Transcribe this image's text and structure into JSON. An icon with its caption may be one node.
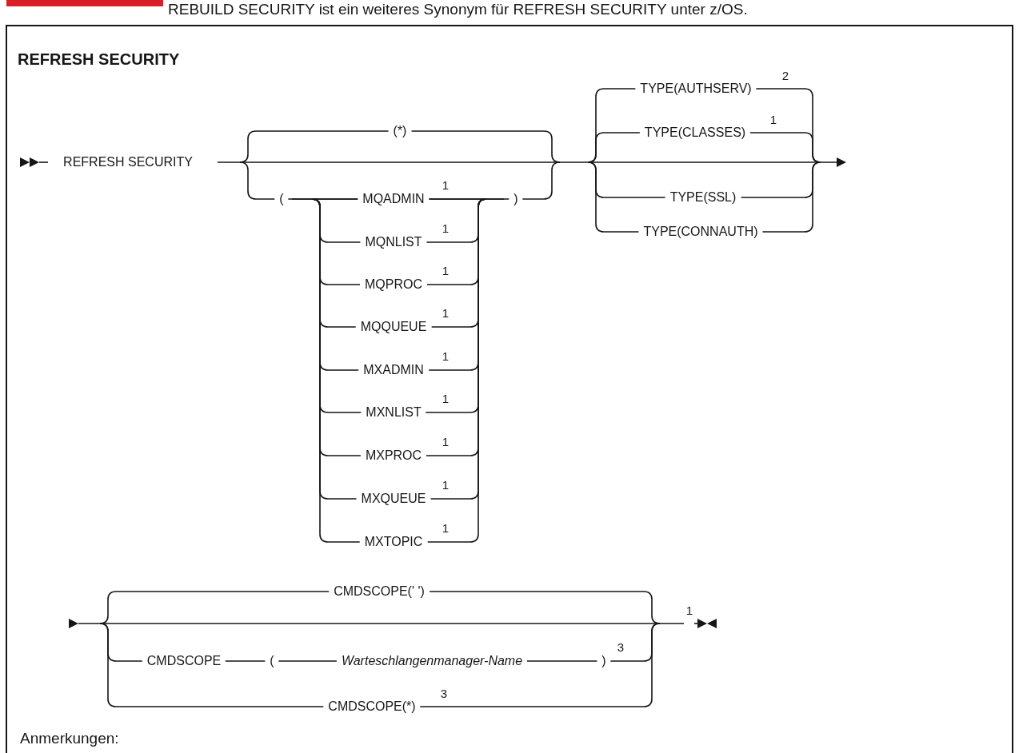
{
  "diagram": {
    "title": "REFRESH SECURITY",
    "labels": [
      "REBUILD SECURITY ist ein weiteres Synonym für REFRESH SECURITY unter z/OS.",
      "REFRESH SECURITY",
      "(*)",
      "(",
      "MQADMIN",
      "1",
      ")",
      "MQNLIST",
      "1",
      "MQPROC",
      "1",
      "MQQUEUE",
      "1",
      "MXADMIN",
      "1",
      "MXNLIST",
      "1",
      "MXPROC",
      "1",
      "MXQUEUE",
      "1",
      "MXTOPIC",
      "1",
      "TYPE(AUTHSERV)",
      "2",
      "TYPE(CLASSES)",
      "1",
      "TYPE(SSL)",
      "TYPE(CONNAUTH)",
      "CMDSCOPE(' ')",
      "1",
      "CMDSCOPE",
      "(",
      "Warteschlangenmanager-Name",
      ")",
      "3",
      "CMDSCOPE(*)",
      "3",
      "Anmerkungen:"
    ]
  }
}
